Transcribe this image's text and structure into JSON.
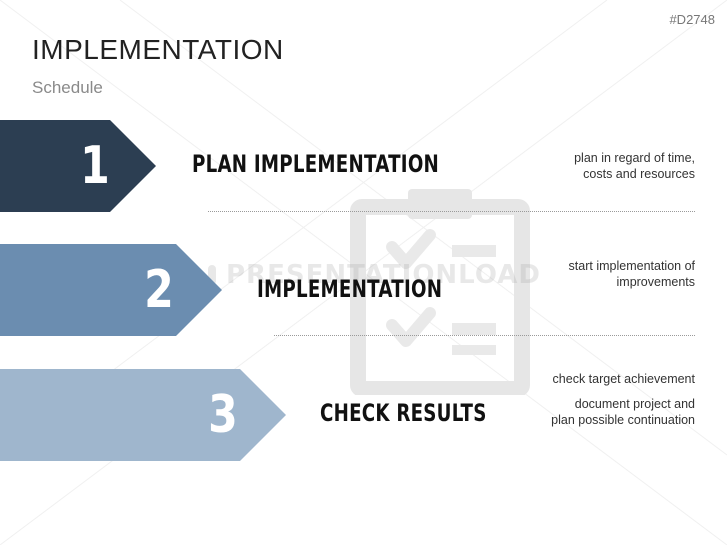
{
  "doc_id": "#D2748",
  "title": "IMPLEMENTATION",
  "subtitle": "Schedule",
  "watermark": "PRESENTATIONLOAD",
  "colors": {
    "step1": "#2c3e52",
    "step2": "#6b8db0",
    "step3": "#9fb6cd"
  },
  "steps": [
    {
      "number": "1",
      "title": "PLAN IMPLEMENTATION",
      "desc_lines": [
        "plan in regard of time,",
        "costs and resources"
      ]
    },
    {
      "number": "2",
      "title": "IMPLEMENTATION",
      "desc_lines": [
        "start implementation of",
        "improvements"
      ]
    },
    {
      "number": "3",
      "title": "CHECK RESULTS",
      "desc_lines": [
        "check target achievement",
        "document project and",
        "plan possible continuation"
      ]
    }
  ]
}
